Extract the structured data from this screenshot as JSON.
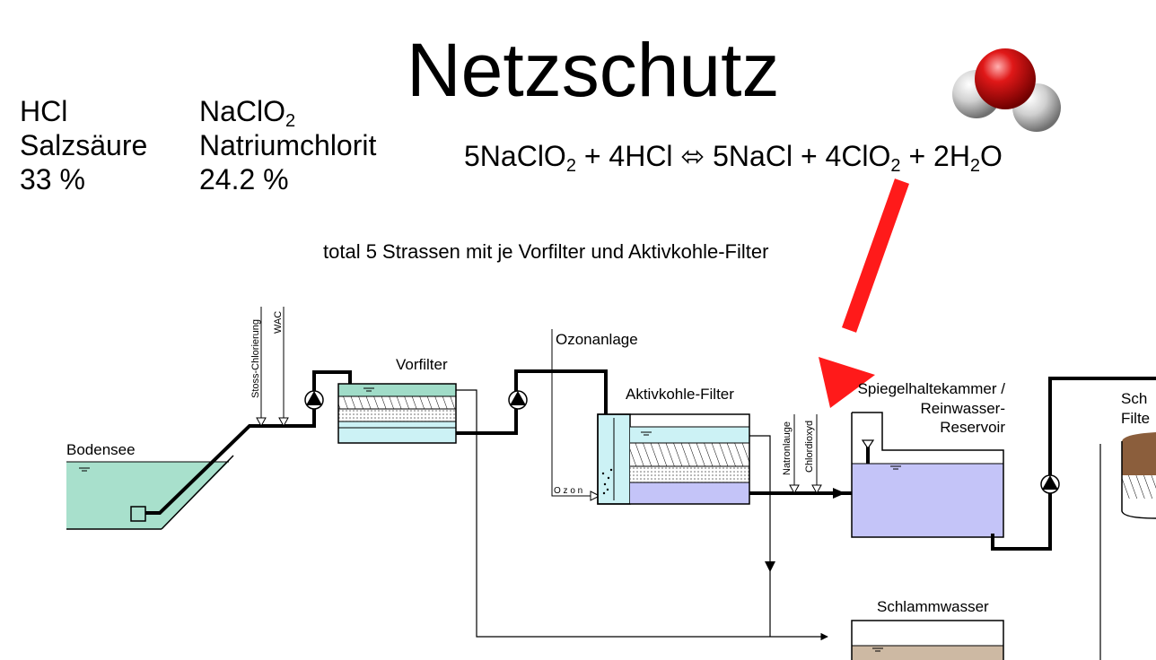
{
  "title": "Netzschutz",
  "chemicals": [
    {
      "formula_main": "HCl",
      "formula_sub": "",
      "name": "Salzsäure",
      "concentration": "33 %"
    },
    {
      "formula_main": "NaClO",
      "formula_sub": "2",
      "name": "Natriumchlorit",
      "concentration": "24.2 %"
    }
  ],
  "reaction": {
    "p1": "5NaClO",
    "s1": "2",
    "p2": " + 4HCl ⬄ 5NaCl + 4ClO",
    "s2": "2",
    "p3": " + 2H",
    "s3": "2",
    "p4": "O"
  },
  "note": "total 5 Strassen mit je Vorfilter und Aktivkohle-Filter",
  "labels": {
    "bodensee": "Bodensee",
    "stoss": "Stoss-Chlorierung",
    "wac": "WAC",
    "vorfilter": "Vorfilter",
    "ozonanlage": "Ozonanlage",
    "ozon": "O z o n",
    "aktivkohle": "Aktivkohle-Filter",
    "natronlauge": "Natronlauge",
    "chlordioxyd": "Chlordioxyd",
    "spiegel1": "Spiegelhaltekammer /",
    "spiegel2": "Reinwasser-",
    "spiegel3": "Reservoir",
    "schlamm": "Schlammwasser",
    "sch_partial": "Sch",
    "filte_partial": "Filte"
  },
  "colors": {
    "arrow": "#ff1a1a",
    "lake": "#a8e0cc",
    "filter_water": "#ccf2f5",
    "vorfilter_top": "#a0dcc8",
    "reservoir": "#c4c4f8",
    "sludge": "#cdb9a3",
    "brown_tank": "#8b5e3c",
    "oxygen": "#d01010",
    "hydrogen": "#d8d8d8"
  }
}
